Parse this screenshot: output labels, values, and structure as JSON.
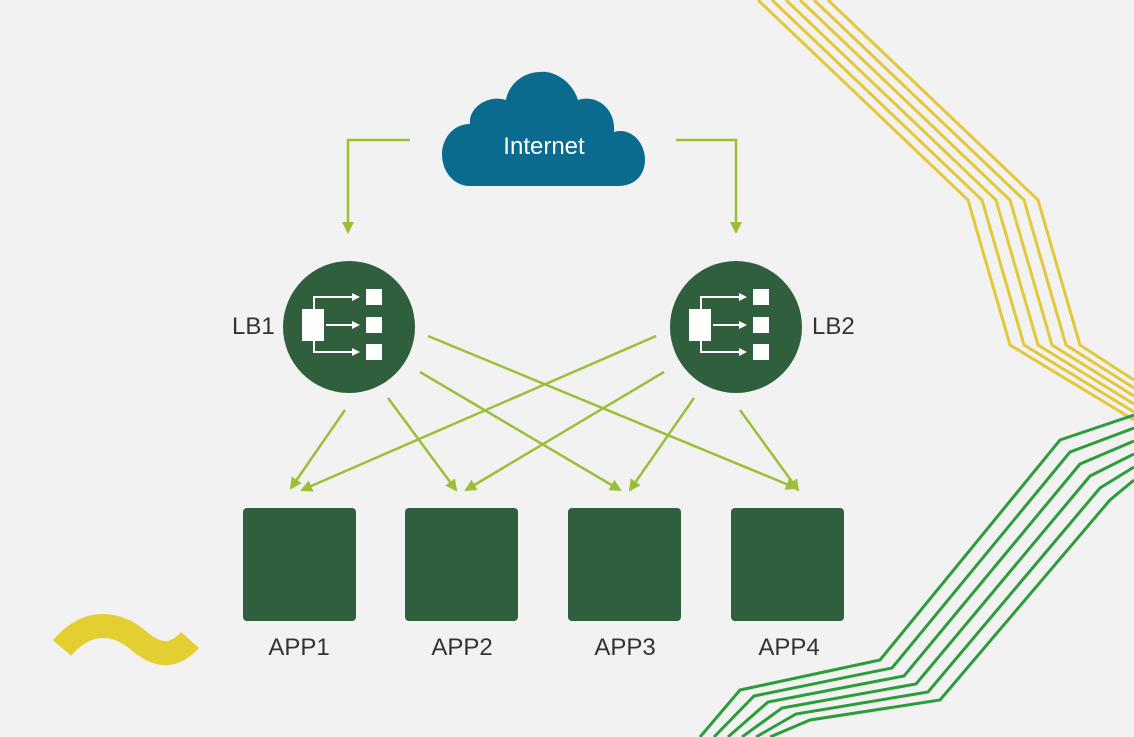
{
  "internet": {
    "label": "Internet"
  },
  "load_balancers": [
    {
      "label": "LB1"
    },
    {
      "label": "LB2"
    }
  ],
  "apps": [
    {
      "label": "APP1"
    },
    {
      "label": "APP2"
    },
    {
      "label": "APP3"
    },
    {
      "label": "APP4"
    }
  ],
  "colors": {
    "background": "#f2f2f2",
    "cloud": "#0b6b8f",
    "node": "#2f5f3c",
    "arrow": "#9bbf36",
    "deco_yellow": "#e3c83a",
    "deco_green": "#2d9c3a",
    "squiggle": "#e3cf32"
  }
}
